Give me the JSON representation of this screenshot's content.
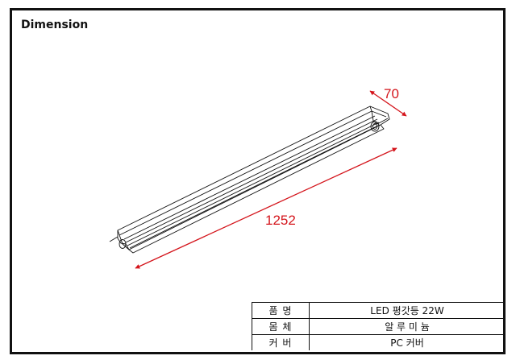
{
  "heading": "Dimension",
  "dimensions": {
    "width": "70",
    "length": "1252"
  },
  "spec_table": [
    {
      "label": "품  명",
      "value": "LED 평갓등  22W"
    },
    {
      "label": "몸  체",
      "value": "알 루 미 늄"
    },
    {
      "label": "커  버",
      "value": "PC 커버"
    }
  ],
  "colors": {
    "dimension": "#d4141b",
    "line": "#111111"
  }
}
